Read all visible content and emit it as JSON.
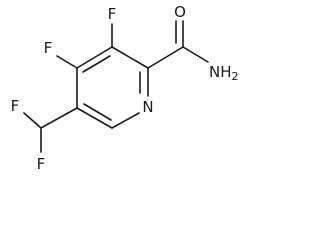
{
  "molecule": {
    "atoms": {
      "f_top": "F",
      "f_left": "F",
      "o_carbonyl": "O",
      "amide_n": "NH",
      "amide_h_count": "2",
      "ring_n": "N",
      "f_chf2_top": "F",
      "f_chf2_bottom": "F"
    }
  }
}
